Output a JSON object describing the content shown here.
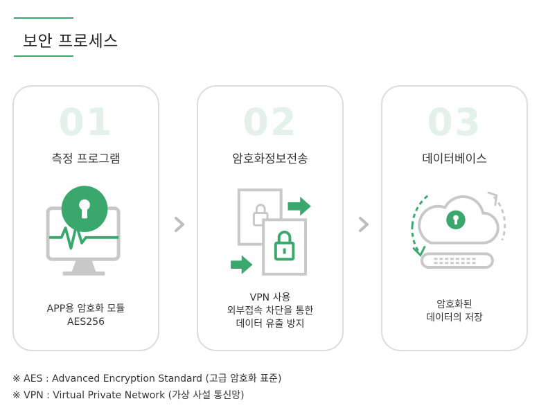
{
  "header": {
    "title": "보안 프로세스"
  },
  "steps": [
    {
      "number": "01",
      "title": "측정 프로그램",
      "desc": [
        "APP용 암호화 모듈",
        "AES256"
      ]
    },
    {
      "number": "02",
      "title": "암호화정보전송",
      "desc": [
        "VPN 사용",
        "외부접속 차단을 통한",
        "데이터 유출 방지"
      ]
    },
    {
      "number": "03",
      "title": "데이터베이스",
      "desc": [
        "암호화된",
        "데이터의 저장"
      ]
    }
  ],
  "footnotes": [
    "※ AES : Advanced Encryption Standard (고급 암호화 표준)",
    "※ VPN : Virtual Private Network (가상 사설 통신망)"
  ],
  "icons": {
    "step1": "monitor-lock-heartbeat-icon",
    "step2": "documents-lock-transfer-icon",
    "step3": "cloud-lock-server-sync-icon",
    "arrow": "chevron-right-icon"
  },
  "colors": {
    "accent": "#3aa76d",
    "number": "#e3f1ea",
    "border": "#dcdcdc",
    "gray": "#c8c8c8"
  }
}
